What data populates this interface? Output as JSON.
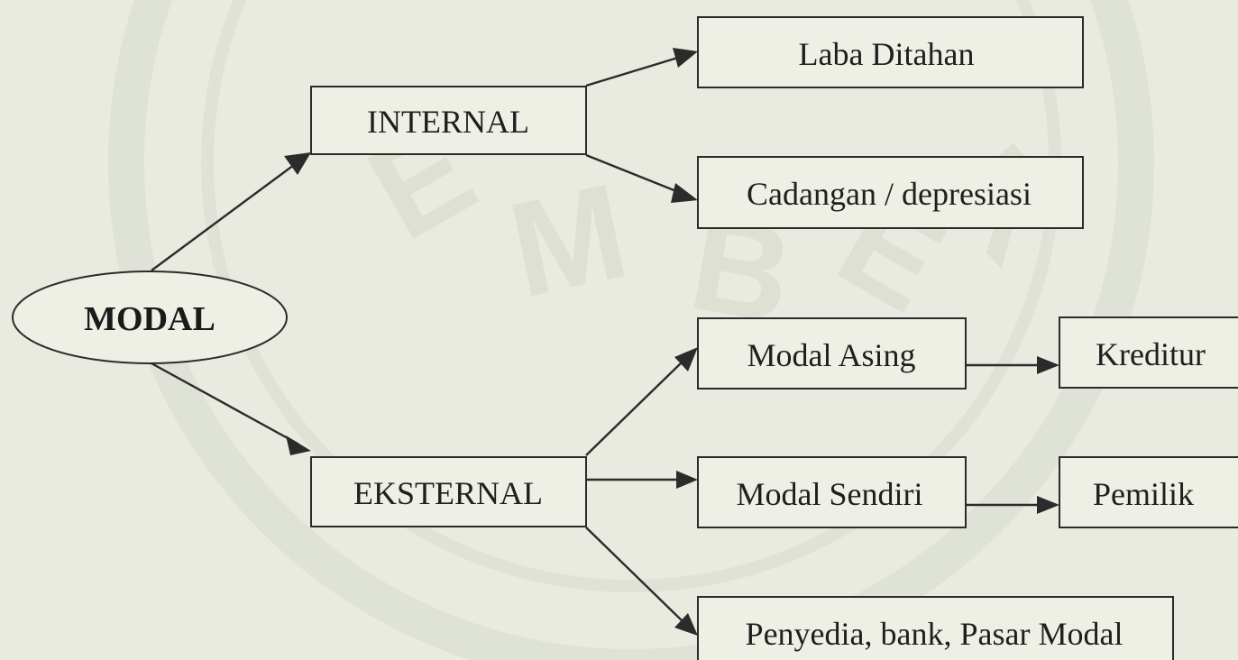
{
  "nodes": {
    "modal": "MODAL",
    "internal": "INTERNAL",
    "eksternal": "EKSTERNAL",
    "laba_ditahan": "Laba Ditahan",
    "cadangan": "Cadangan / depresiasi",
    "modal_asing": "Modal Asing",
    "modal_sendiri": "Modal Sendiri",
    "penyedia": "Penyedia, bank, Pasar Modal",
    "kreditur": "Kreditur",
    "pemilik": "Pemilik"
  },
  "watermark": {
    "letters": [
      "E",
      "M",
      "B",
      "E",
      "R"
    ]
  },
  "colors": {
    "background": "#e9ebe1",
    "line": "#2b2b2b",
    "watermark": "#dde0d3"
  }
}
